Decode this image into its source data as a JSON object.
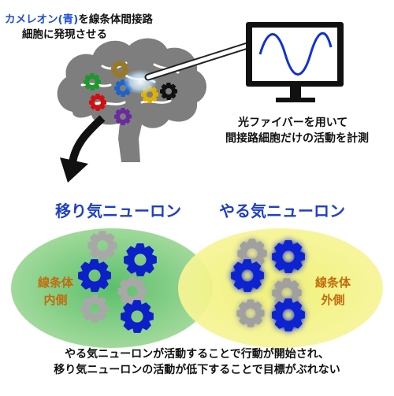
{
  "top_caption": {
    "line1_blue": "カメレオン(青)",
    "line1_rest": "を線条体間接路",
    "line2": "細胞に発現させる"
  },
  "fiber_caption": {
    "line1": "光ファイバーを用いて",
    "line2": "間接路細胞だけの活動を計測"
  },
  "title_left": "移り気ニューロン",
  "title_right": "やる気ニューロン",
  "label_left": {
    "line1": "線条体",
    "line2": "内側"
  },
  "label_right": {
    "line1": "線条体",
    "line2": "外側"
  },
  "bottom_caption": {
    "line1": "やる気ニューロンが活動することで行動が開始され、",
    "line2": "移り気ニューロンの活動が低下することで目標がぶれない"
  },
  "colors": {
    "left_field": "#8fd08f",
    "right_field": "#f2f060",
    "active_gear": "#1020d0",
    "inactive_gear": "#9a9a9a",
    "title": "#1d3fc4",
    "region_label": "#c36a0b",
    "caption_blue": "#1f4fd8"
  }
}
